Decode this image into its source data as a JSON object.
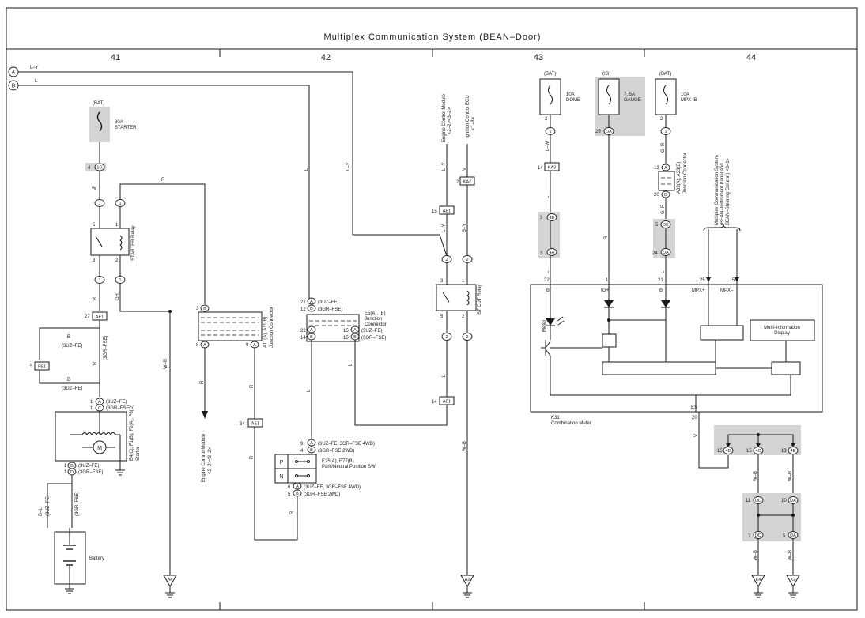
{
  "title": "Multiplex Communication System (BEAN–Door)",
  "columns": [
    "41",
    "42",
    "43",
    "44"
  ],
  "bus_lines": [
    {
      "id": "A",
      "wire": "L–Y"
    },
    {
      "id": "B",
      "wire": "L"
    }
  ],
  "fuses": {
    "starter": {
      "source": "(BAT)",
      "rating": "30A",
      "name": "STARTER",
      "pin": "4",
      "conn": "1G"
    },
    "dome": {
      "source": "(BAT)",
      "rating": "10A",
      "name": "DOME",
      "pin": "2",
      "conn": "1"
    },
    "gauge": {
      "source": "(IG)",
      "rating": "7. 5A",
      "name": "GAUGE",
      "pin": "25",
      "conn": "DA"
    },
    "mpxb": {
      "source": "(BAT)",
      "rating": "10A",
      "name": "MPX–B",
      "pin": "2",
      "conn": "1"
    }
  },
  "labels": {
    "starter_relay": "STARTER Relay",
    "st_cut_relay": "ST CUT Relay",
    "ae1": "AE1",
    "fe1": "FE1",
    "ka3": "KA3",
    "ka2": "KA2",
    "uz": "(3UZ–FE)",
    "gr": "(3GR–FSE)",
    "starter_conn": "E4(C), F1(B), F2(A), F6(D)",
    "starter_name": "Starter",
    "battery": "Battery",
    "jc_a": "A11(A), A11(B)",
    "jc_a_name": "Junction Connector",
    "ecm_left": "Engine Control Module",
    "ecm_left_ref": "<2–2><3–2>",
    "e5_conn": "E5(A), (B)",
    "e5_name": "Junction Connector",
    "uz_gr_4wd": "(3UZ–FE,  3GR–FSE 4WD)",
    "gr_2wd": "(3GR–FSE 2WD)",
    "pn_conn": "E25(A), E77(B)",
    "pn_name": "Park/Neutral Position SW",
    "pn_p": "P",
    "pn_n": "N",
    "ecm_top": "Engine Control Module",
    "ecm_top_ref": "<2–2><3–2>",
    "icu_top": "Ignition Control ECU",
    "icu_top_ref": "<1–8>",
    "a33": "A33(A), A33(B)",
    "a33_name": "Junction Connector",
    "mpx_sys": "Multiplex Communication System",
    "mpx_sys2": "(BEAN–Instrument Panel and",
    "mpx_sys3": "BEAN–Steering Column) <3–1>",
    "meter_name": "K31",
    "meter_full": "Combination Meter",
    "meter_lamp": "Meter",
    "mid_display": "Multi–information",
    "mid_display2": "Display",
    "ig_plus": "IG+",
    "b": "B",
    "mpx_plus": "MPX+",
    "mpx_minus": "MPX–",
    "es": "ES",
    "gnd_a4": "A4",
    "gnd_a2": "A2",
    "gnd_k4": "K4",
    "gnd_k2": "K2"
  },
  "wires": {
    "w": "W",
    "r": "R",
    "b": "B",
    "gr": "GR",
    "wb": "W–B",
    "l": "L",
    "ly": "L–Y",
    "v": "V",
    "by": "B–Y",
    "lw": "L–W",
    "gr2": "G–R",
    "bl": "B–L"
  }
}
